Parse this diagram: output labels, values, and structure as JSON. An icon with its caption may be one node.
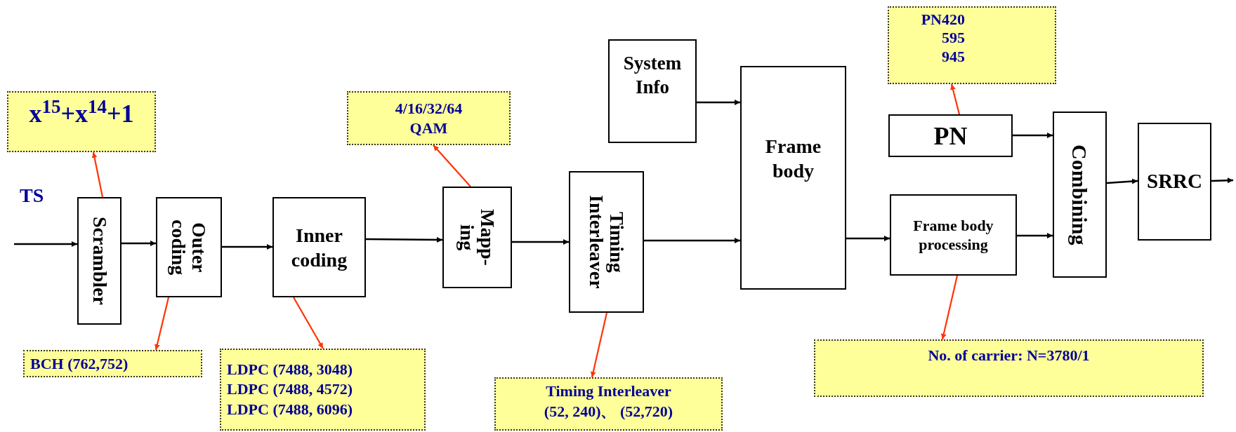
{
  "diagram": {
    "nodes": [
      {
        "text": [
          "x$^{15}$+x$^{14}$+1"
        ]
      },
      {
        "text": [
          "Scrambler"
        ]
      },
      {
        "text": [
          "Outer coding"
        ]
      },
      {
        "text": [
          "Inner coding"
        ]
      },
      {
        "text": [
          "4/16/32/64 QAM"
        ]
      },
      {
        "text": [
          "Mapp- ing"
        ]
      },
      {
        "text": [
          "Timing Interleaver"
        ]
      },
      {
        "text": [
          "System Info"
        ]
      },
      {
        "text": [
          "Frame body"
        ]
      },
      {
        "text": [
          "PN420",
          "595",
          "945"
        ]
      },
      {
        "text": [
          "PN"
        ]
      },
      {
        "text": [
          "Frame body processing"
        ]
      },
      {
        "text": [
          "Combining"
        ]
      },
      {
        "text": [
          "SRRC"
        ]
      },
      {
        "text": [
          "BCH (762,752)"
        ]
      },
      {
        "text": [
          "LDPC (7488, 3048)",
          "LDPC (7488, 4572)",
          "LDPC (7488, 6096)"
        ]
      },
      {
        "text": [
          "Timing Interleaver",
          "(52, 240)、 (52,720)"
        ]
      },
      {
        "text": [
          "No. of carrier: N=3780/1"
        ]
      }
    ],
    "edges": [
      {
        "from": null,
        "to": 1,
        "arrow": "to"
      },
      {
        "from": 1,
        "to": 2,
        "arrow": "to"
      },
      {
        "from": 2,
        "to": 3,
        "arrow": "to"
      },
      {
        "from": 3,
        "to": 5,
        "arrow": "to"
      },
      {
        "from": 5,
        "to": 6,
        "arrow": "to"
      },
      {
        "from": 6,
        "to": 8,
        "arrow": "to"
      },
      {
        "from": 7,
        "to": 8,
        "arrow": "to"
      },
      {
        "from": 8,
        "to": 11,
        "arrow": "to"
      },
      {
        "from": 10,
        "to": 12,
        "arrow": "to"
      },
      {
        "from": 11,
        "to": 12,
        "arrow": "to"
      },
      {
        "from": 12,
        "to": 13,
        "arrow": "to"
      },
      {
        "from": 13,
        "to": null,
        "arrow": "to"
      },
      {
        "from": 1,
        "to": 0,
        "arrow": "to",
        "color": "#ff3300"
      },
      {
        "from": 2,
        "to": 14,
        "arrow": "to",
        "color": "#ff3300"
      },
      {
        "from": 3,
        "to": 15,
        "arrow": "to",
        "color": "#ff3300"
      },
      {
        "from": 5,
        "to": 4,
        "arrow": "to",
        "color": "#ff3300"
      },
      {
        "from": 6,
        "to": 16,
        "arrow": "to",
        "color": "#ff3300"
      },
      {
        "from": 10,
        "to": 9,
        "arrow": "to",
        "color": "#ff3300"
      },
      {
        "from": 11,
        "to": 17,
        "arrow": "to",
        "color": "#ff3300"
      }
    ],
    "labels": [
      "TS"
    ]
  }
}
